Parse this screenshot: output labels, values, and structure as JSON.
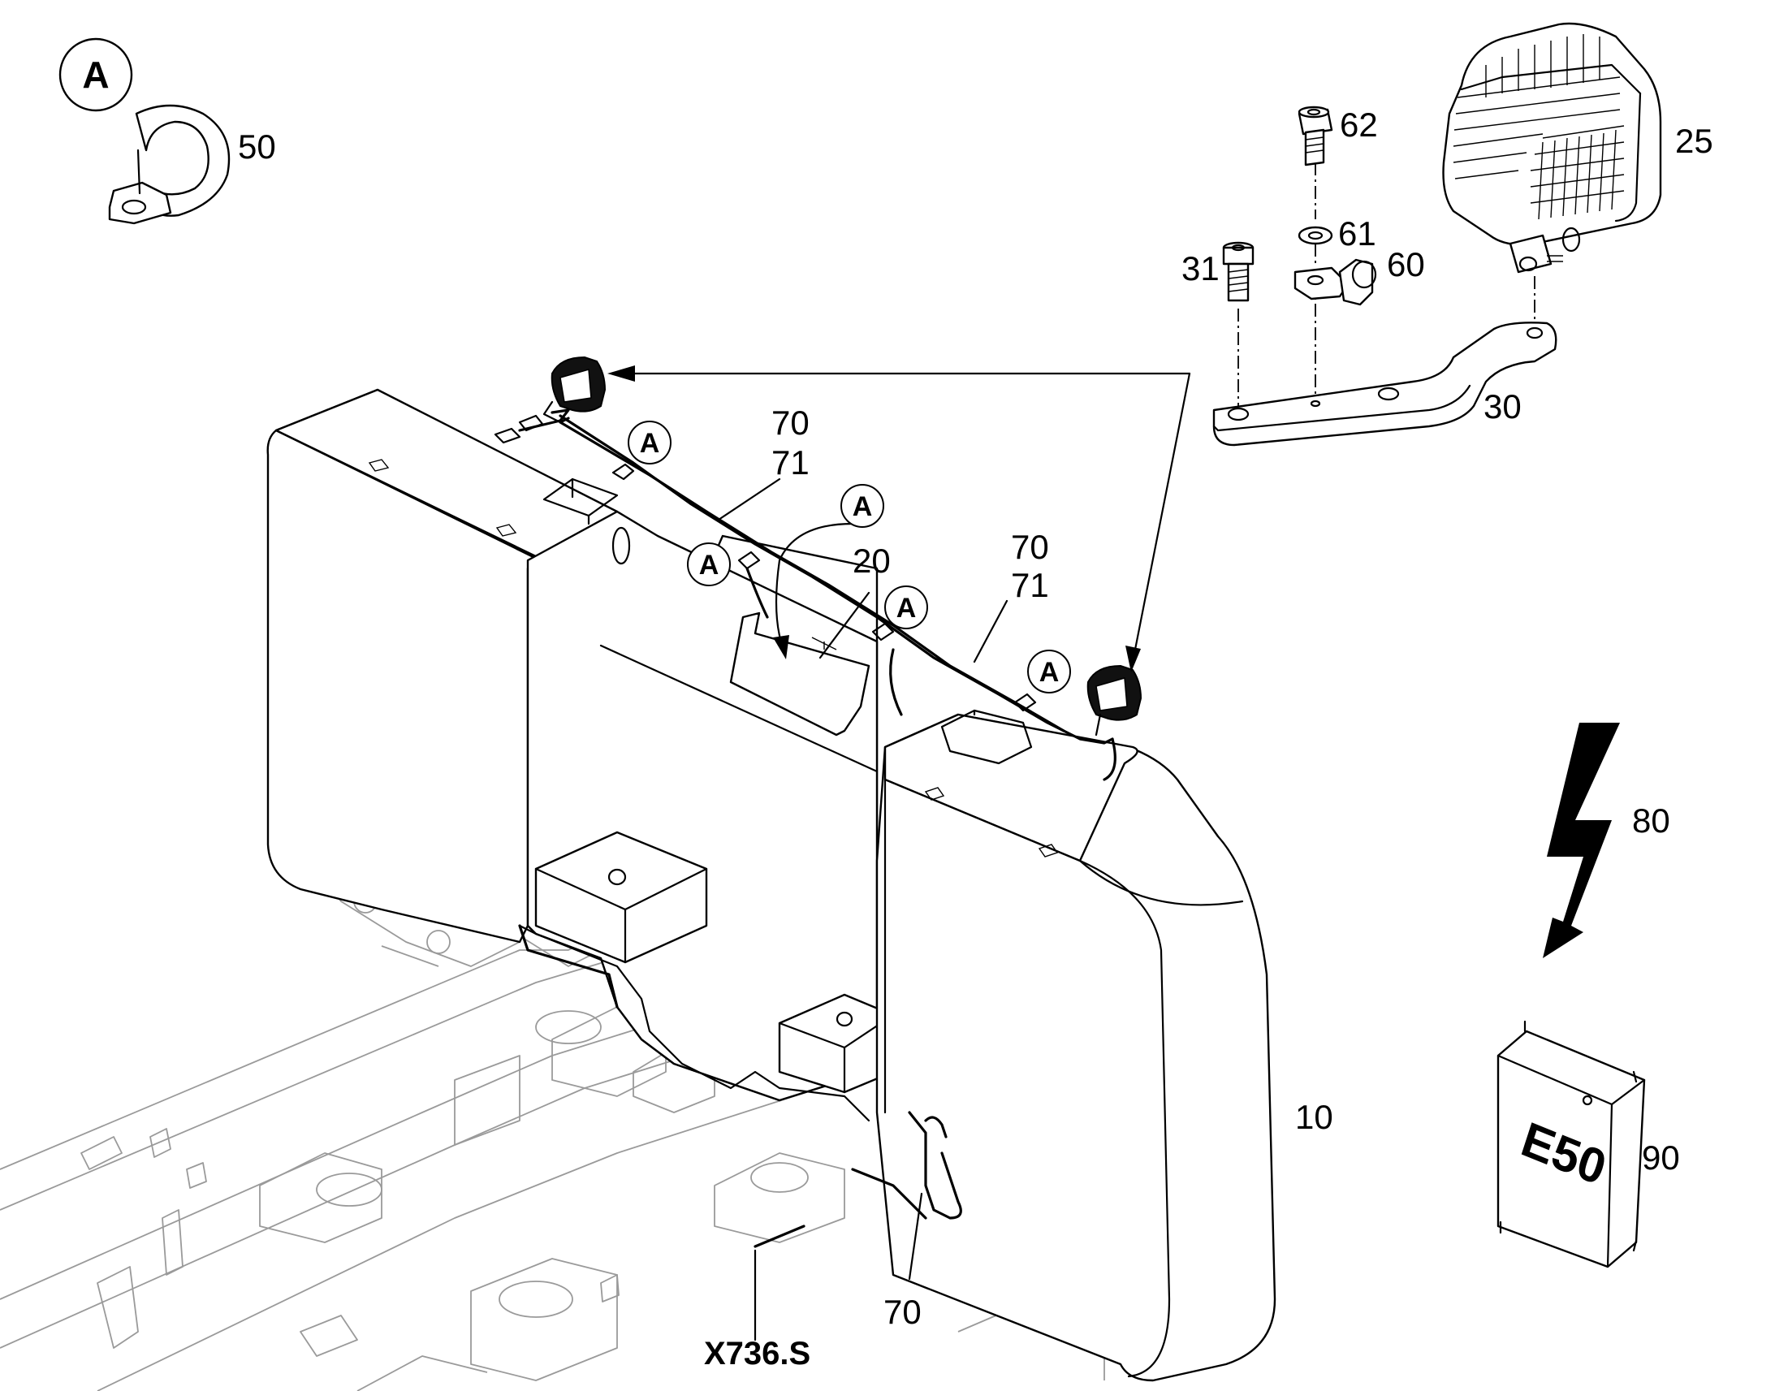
{
  "detail": {
    "marker_letter": "A"
  },
  "callouts": {
    "c50": "50",
    "c62": "62",
    "c25": "25",
    "c61": "61",
    "c31": "31",
    "c60": "60",
    "c30": "30",
    "c70a": "70",
    "c71a": "71",
    "c20": "20",
    "c70b": "70",
    "c71b": "71",
    "c80": "80",
    "c10": "10",
    "c90": "90",
    "c70c": "70",
    "connector": "X736.S"
  },
  "clip_markers": {
    "m1": "A",
    "m2": "A",
    "m3": "A",
    "m4": "A",
    "m5": "A"
  },
  "control_unit": {
    "label": "E50"
  }
}
